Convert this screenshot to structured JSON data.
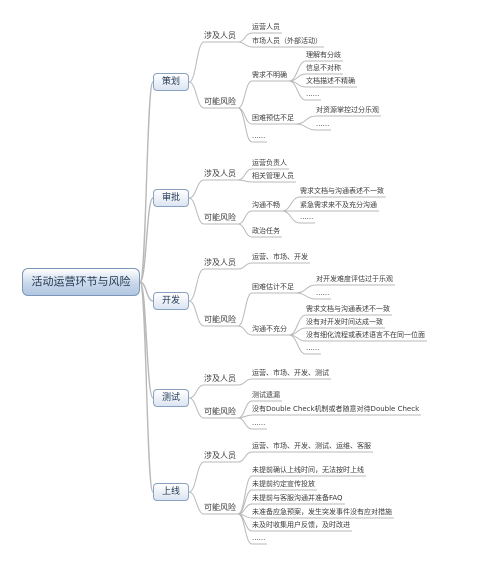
{
  "root": "活动运营环节与风险",
  "phases": [
    {
      "name": "策划",
      "involved_label": "涉及人员",
      "involved": [
        "运营人员",
        "市场人员（外部活动）"
      ],
      "risk_label": "可能风险",
      "risks": [
        {
          "text": "需求不明确",
          "sub": [
            "理解有分歧",
            "信息不对称",
            "文档描述不精确",
            "......"
          ]
        },
        {
          "text": "困难预估不足",
          "sub": [
            "对资源掌控过分乐观",
            "......"
          ]
        },
        {
          "text": "......"
        }
      ]
    },
    {
      "name": "审批",
      "involved_label": "涉及人员",
      "involved": [
        "运营负责人",
        "相关管理人员"
      ],
      "risk_label": "可能风险",
      "risks": [
        {
          "text": "沟通不畅",
          "sub": [
            "需求文档与沟通表述不一致",
            "紧急需求来不及充分沟通",
            "......"
          ]
        },
        {
          "text": "政治任务"
        }
      ]
    },
    {
      "name": "开发",
      "involved_label": "涉及人员",
      "involved": [
        "运营、市场、开发"
      ],
      "risk_label": "可能风险",
      "risks": [
        {
          "text": "困难估计不足",
          "sub": [
            "对开发难度评估过于乐观",
            "......"
          ]
        },
        {
          "text": "沟通不充分",
          "sub": [
            "需求文档与沟通表述不一致",
            "没有对开发时间达成一致",
            "没有细化流程或表述语言不在同一位面",
            "......"
          ]
        }
      ]
    },
    {
      "name": "测试",
      "involved_label": "涉及人员",
      "involved": [
        "运营、市场、开发、测试"
      ],
      "risk_label": "可能风险",
      "risks": [
        {
          "text": "测试遗漏"
        },
        {
          "text": "没有Double Check机制或者随意对待Double Check"
        },
        {
          "text": "......"
        }
      ]
    },
    {
      "name": "上线",
      "involved_label": "涉及人员",
      "involved": [
        "运营、市场、开发、测试、运维、客服"
      ],
      "risk_label": "可能风险",
      "risks": [
        {
          "text": "未提前确认上线时间，无法按时上线"
        },
        {
          "text": "未提前约定宣传投放"
        },
        {
          "text": "未提前与客服沟通并准备FAQ"
        },
        {
          "text": "未准备应急预案，发生突发事件没有应对措施"
        },
        {
          "text": "未及时收集用户反馈，及时改进"
        },
        {
          "text": "......"
        }
      ]
    }
  ],
  "colors": {
    "line": "#b9b9b9",
    "text": "#3a3a3a",
    "root_border": "#7d96b8",
    "root_fill": "#c8d7ea"
  }
}
